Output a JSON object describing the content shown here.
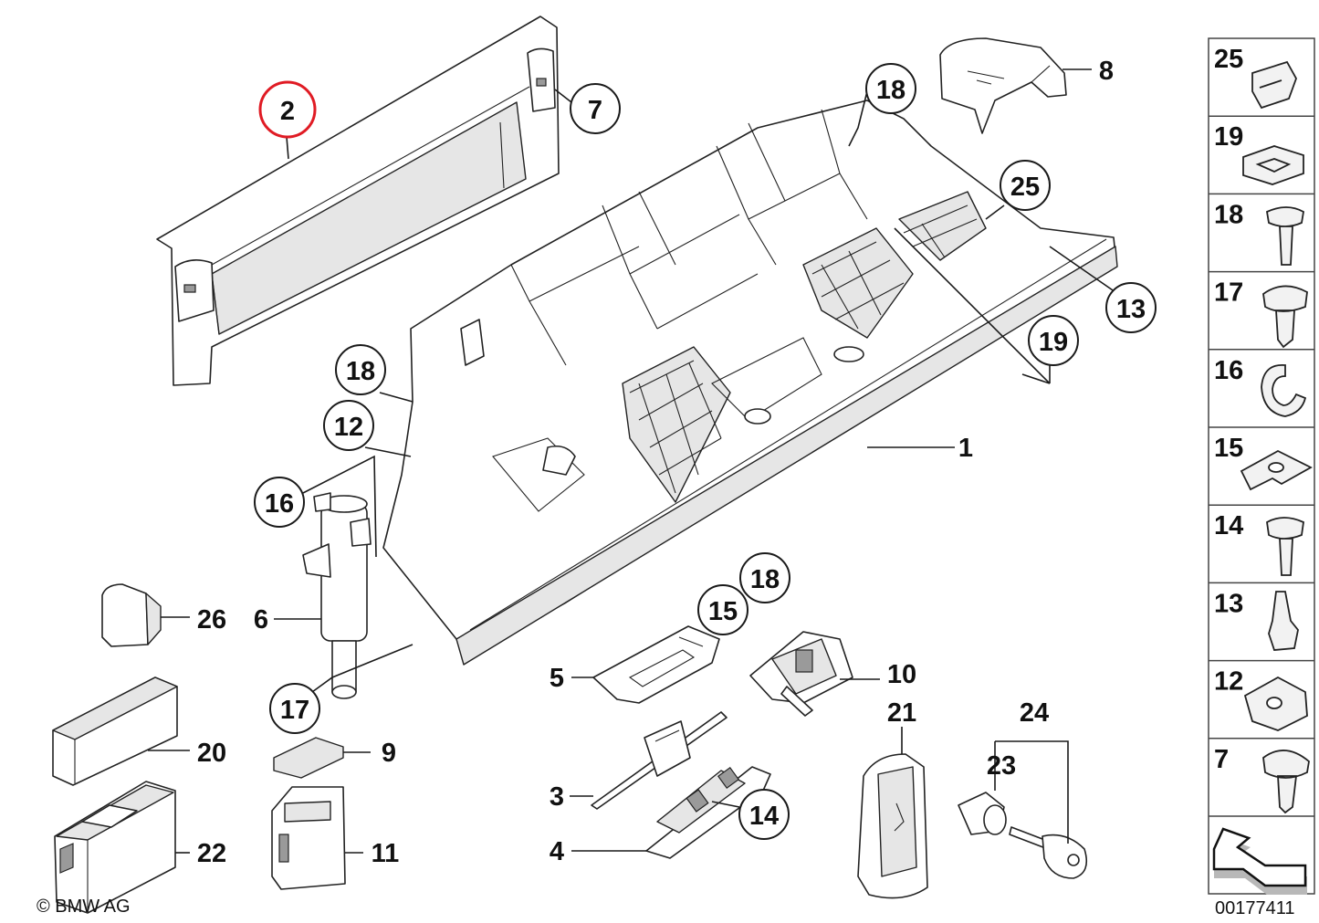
{
  "labels": {
    "c2": "2",
    "c7": "7",
    "c18a": "18",
    "c25": "25",
    "c13": "13",
    "c19": "19",
    "c18b": "18",
    "c12": "12",
    "c16": "16",
    "c18c": "18",
    "c15": "15",
    "c17": "17",
    "c14": "14",
    "c23": "23",
    "n8": "8",
    "n1": "1",
    "n26": "26",
    "n6": "6",
    "n5": "5",
    "n10": "10",
    "n21": "21",
    "n24": "24",
    "n20": "20",
    "n9": "9",
    "n3": "3",
    "n22": "22",
    "n11": "11",
    "n4": "4"
  },
  "legend": [
    {
      "label": "25",
      "icon": "clip-icon"
    },
    {
      "label": "19",
      "icon": "grommet-icon"
    },
    {
      "label": "18",
      "icon": "screw-icon"
    },
    {
      "label": "17",
      "icon": "expanding-rivet-icon"
    },
    {
      "label": "16",
      "icon": "circlip-icon"
    },
    {
      "label": "15",
      "icon": "spring-nut-icon"
    },
    {
      "label": "14",
      "icon": "bolt-icon"
    },
    {
      "label": "13",
      "icon": "buffer-icon"
    },
    {
      "label": "12",
      "icon": "clip-nut-icon"
    },
    {
      "label": "7",
      "icon": "expansion-rivet-icon"
    }
  ],
  "copyright": "© BMW AG",
  "diagram_number": "00177411",
  "highlight_color": "#e01b24"
}
